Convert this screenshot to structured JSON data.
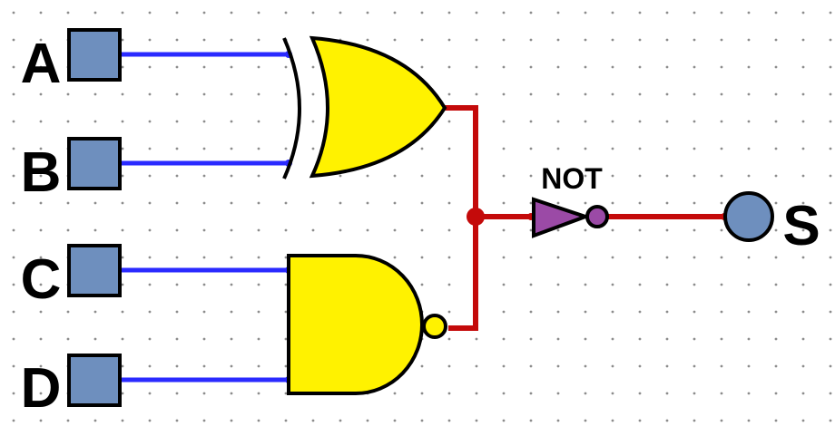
{
  "diagram": {
    "inputs": [
      {
        "id": "A",
        "label": "A"
      },
      {
        "id": "B",
        "label": "B"
      },
      {
        "id": "C",
        "label": "C"
      },
      {
        "id": "D",
        "label": "D"
      }
    ],
    "output": {
      "id": "S",
      "label": "S"
    },
    "gates": {
      "xor": {
        "type": "XOR"
      },
      "nand": {
        "type": "NAND"
      },
      "not": {
        "type": "NOT",
        "label": "NOT"
      }
    },
    "colors": {
      "background": "#ffffff",
      "grid_dot": "#8c8c8c",
      "input_fill": "#6e8fbe",
      "input_wire": "#2a2aff",
      "output_wire": "#c40a0a",
      "gate_fill": "#fff200",
      "not_fill": "#9b4aa6",
      "output_fill": "#6e8fbe",
      "outline": "#000000"
    }
  }
}
